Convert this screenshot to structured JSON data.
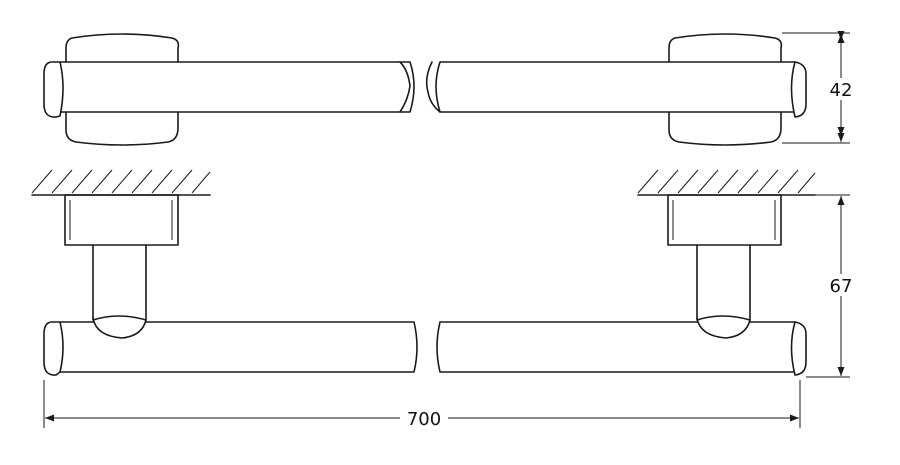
{
  "dimensions": {
    "height_top_view": "42",
    "height_side_view": "67",
    "overall_length": "700"
  },
  "colors": {
    "line": "#1a1a1a",
    "background": "#ffffff"
  }
}
